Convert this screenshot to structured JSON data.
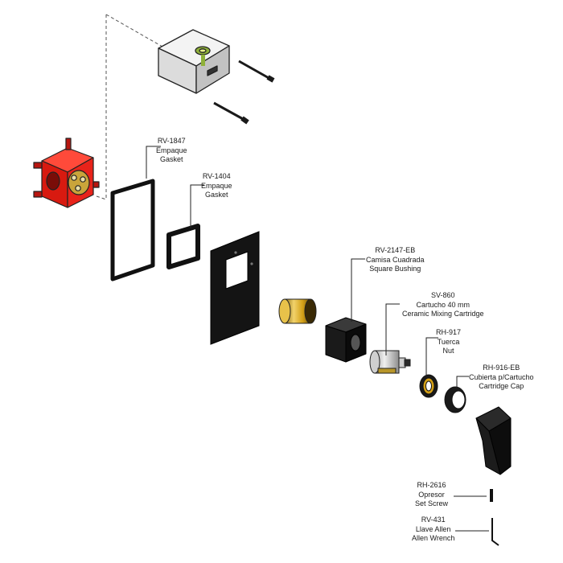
{
  "parts": [
    {
      "id": "rv-1847",
      "code": "RV-1847",
      "spanish": "Empaque",
      "english": "Gasket"
    },
    {
      "id": "rv-1404",
      "code": "RV-1404",
      "spanish": "Empaque",
      "english": "Gasket"
    },
    {
      "id": "rv-2147-eb",
      "code": "RV-2147-EB",
      "spanish": "Camisa Cuadrada",
      "english": "Square Bushing"
    },
    {
      "id": "sv-860",
      "code": "SV-860",
      "spanish": "Cartucho 40 mm",
      "english": "Ceramic Mixing Cartridge"
    },
    {
      "id": "rh-917",
      "code": "RH-917",
      "spanish": "Tuerca",
      "english": "Nut"
    },
    {
      "id": "rh-916-eb",
      "code": "RH-916-EB",
      "spanish": "Cubierta p/Cartucho",
      "english": "Cartridge Cap"
    },
    {
      "id": "rh-2616",
      "code": "RH-2616",
      "spanish": "Opresor",
      "english": "Set Screw"
    },
    {
      "id": "rv-431",
      "code": "RV-431",
      "spanish": "Llave Allen",
      "english": "Allen Wrench"
    }
  ],
  "colors": {
    "valve_body": "#e8231a",
    "brass": "#d4a017",
    "black_finish": "#141414",
    "leader_line": "#222222"
  }
}
